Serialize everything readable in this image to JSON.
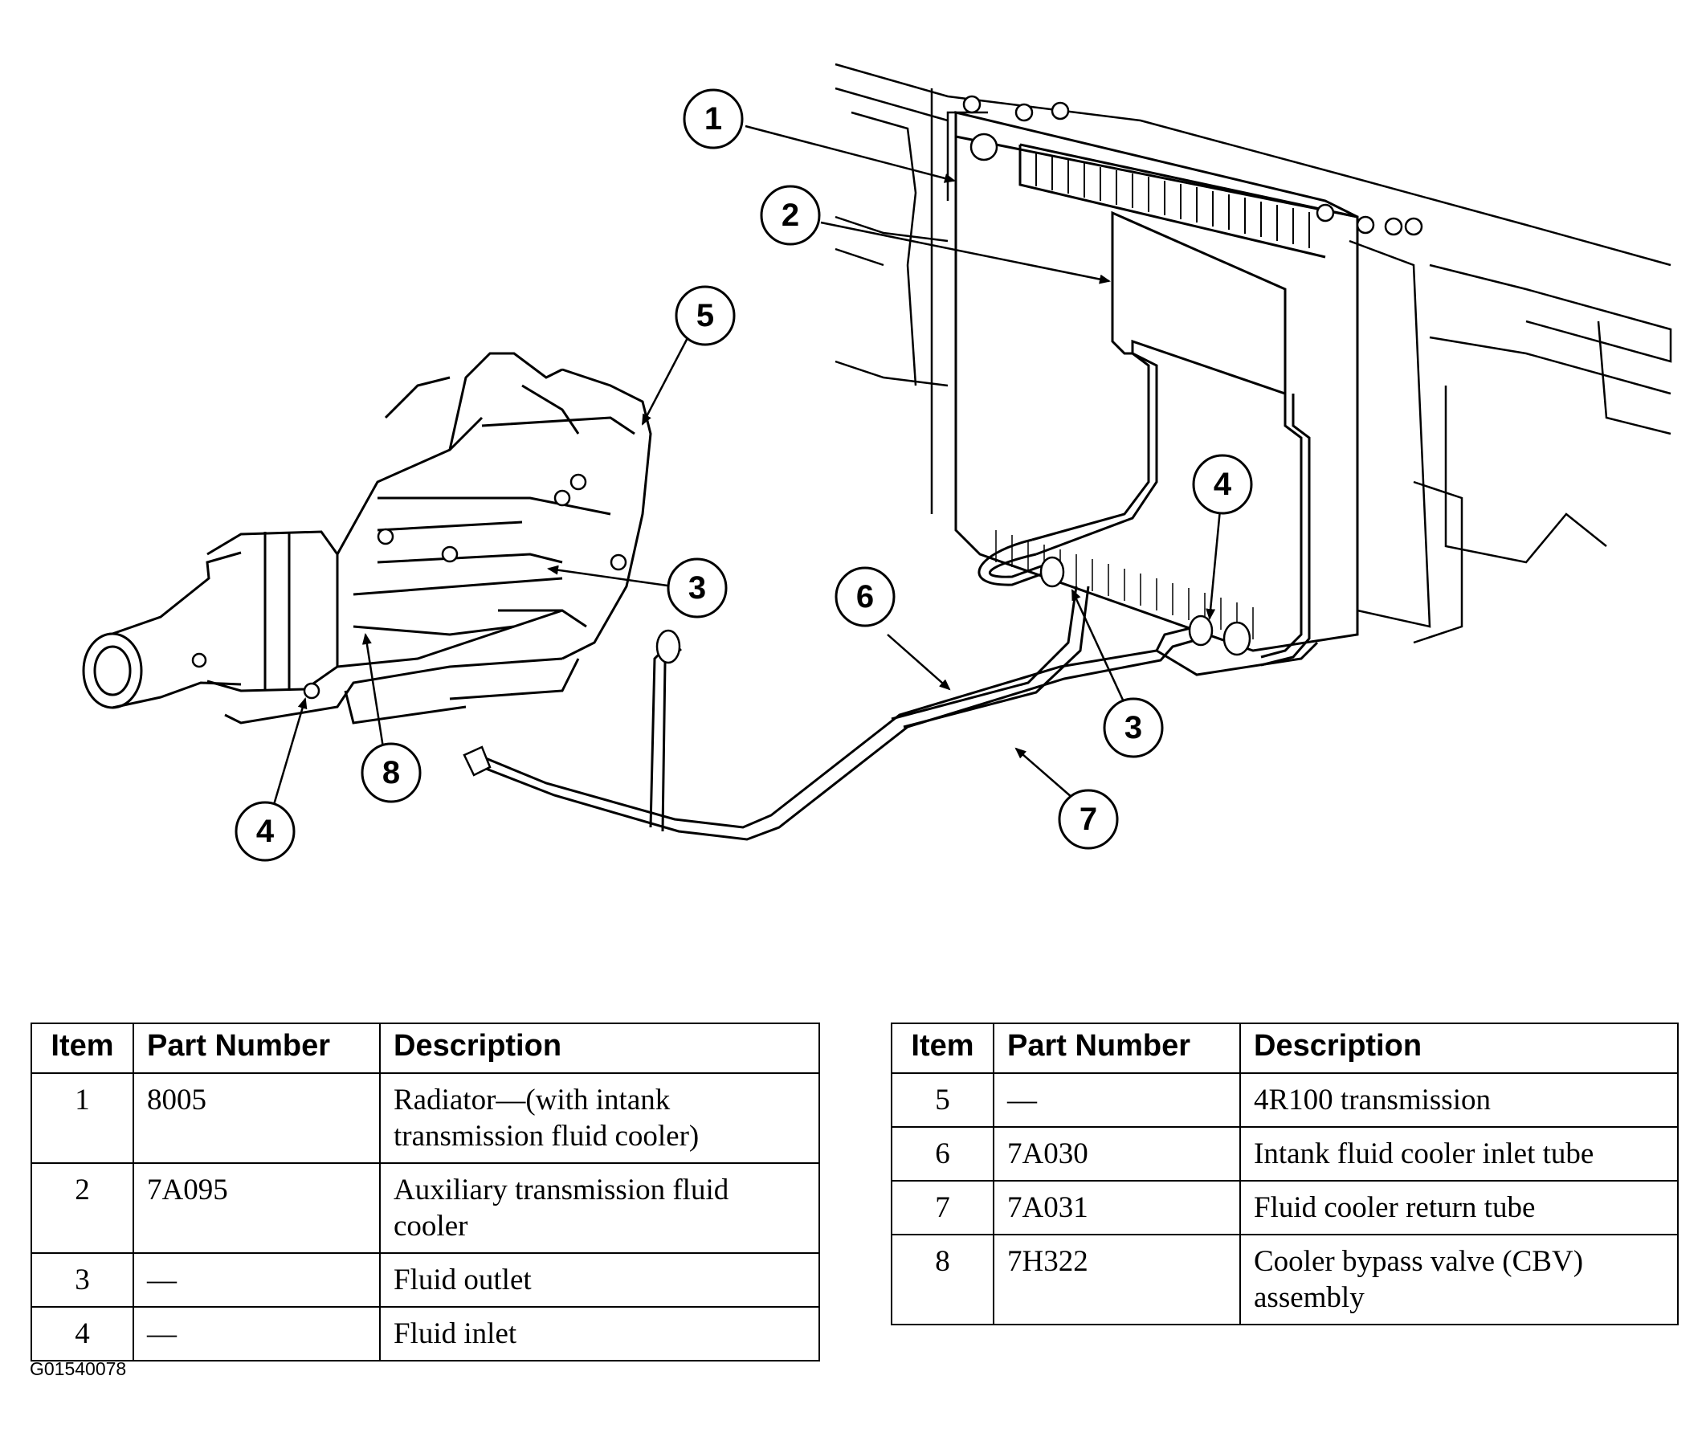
{
  "callouts": [
    {
      "number": "1"
    },
    {
      "number": "2"
    },
    {
      "number": "5"
    },
    {
      "number": "4"
    },
    {
      "number": "3"
    },
    {
      "number": "6"
    },
    {
      "number": "3"
    },
    {
      "number": "8"
    },
    {
      "number": "4"
    },
    {
      "number": "7"
    }
  ],
  "table_left": {
    "headers": {
      "item": "Item",
      "part_number": "Part Number",
      "description": "Description"
    },
    "rows": [
      {
        "item": "1",
        "part_number": "8005",
        "description": "Radiator—(with intank transmission fluid cooler)"
      },
      {
        "item": "2",
        "part_number": "7A095",
        "description": "Auxiliary transmission fluid cooler"
      },
      {
        "item": "3",
        "part_number": "—",
        "description": "Fluid outlet"
      },
      {
        "item": "4",
        "part_number": "—",
        "description": "Fluid inlet"
      }
    ]
  },
  "table_right": {
    "headers": {
      "item": "Item",
      "part_number": "Part Number",
      "description": "Description"
    },
    "rows": [
      {
        "item": "5",
        "part_number": "—",
        "description": "4R100 transmission"
      },
      {
        "item": "6",
        "part_number": "7A030",
        "description": "Intank fluid cooler inlet tube"
      },
      {
        "item": "7",
        "part_number": "7A031",
        "description": "Fluid cooler return tube"
      },
      {
        "item": "8",
        "part_number": "7H322",
        "description": "Cooler bypass valve (CBV) assembly"
      }
    ]
  },
  "figure_id": "G01540078"
}
